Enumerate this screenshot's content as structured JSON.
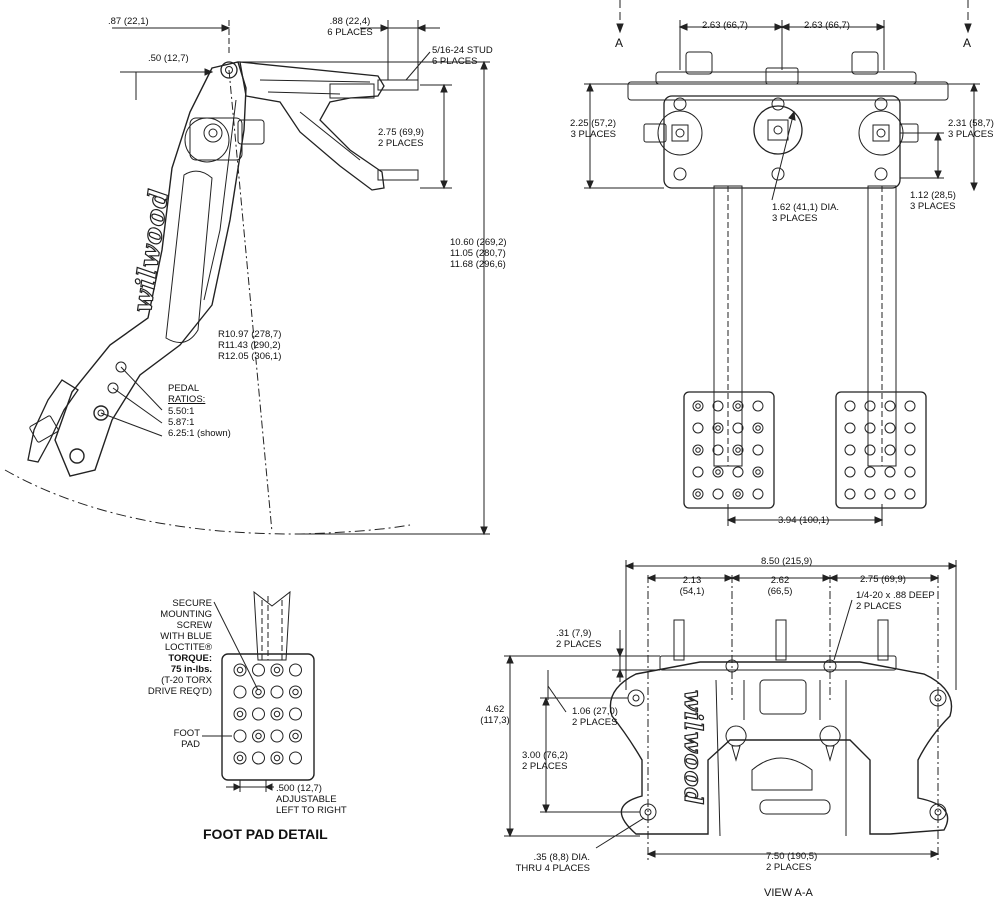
{
  "side_view": {
    "dim_087": ".87 (22,1)",
    "dim_050": ".50 (12,7)",
    "dim_088": [
      ".88 (22,4)",
      "6 PLACES"
    ],
    "stud": [
      "5/16-24 STUD",
      "6 PLACES"
    ],
    "dim_275": [
      "2.75 (69,9)",
      "2 PLACES"
    ],
    "height": [
      "10.60 (269,2)",
      "11.05 (280,7)",
      "11.68 (296,6)"
    ],
    "radius": [
      "R10.97 (278,7)",
      "R11.43 (290,2)",
      "R12.05 (306,1)"
    ],
    "ratios_title": [
      "PEDAL",
      "RATIOS:"
    ],
    "ratios": [
      "5.50:1",
      "5.87:1",
      "6.25:1 (shown)"
    ],
    "brand": "wilwood"
  },
  "front_view": {
    "top_dims": [
      "2.63 (66,7)",
      "2.63 (66,7)"
    ],
    "section_marks": [
      "A",
      "A"
    ],
    "dim_225": [
      "2.25 (57,2)",
      "3 PLACES"
    ],
    "dim_231": [
      "2.31 (58,7)",
      "3 PLACES"
    ],
    "dim_112": [
      "1.12 (28,5)",
      "3 PLACES"
    ],
    "dia_162": [
      "1.62 (41,1) DIA.",
      "3 PLACES"
    ],
    "dim_394": "3.94 (100,1)"
  },
  "foot_pad": {
    "note": [
      "SECURE",
      "MOUNTING",
      "SCREW",
      "WITH BLUE",
      "LOCTITE®",
      "TORQUE:",
      "75 in-lbs.",
      "(T-20 TORX",
      "DRIVE REQ'D)"
    ],
    "pad_label": [
      "FOOT",
      "PAD"
    ],
    "adjust": [
      ".500 (12,7)",
      "ADJUSTABLE",
      "LEFT TO RIGHT"
    ],
    "title": "FOOT PAD DETAIL"
  },
  "view_aa": {
    "overall": "8.50 (215,9)",
    "dim_213": [
      "2.13",
      "(54,1)"
    ],
    "dim_262": [
      "2.62",
      "(66,5)"
    ],
    "dim_275": "2.75 (69,9)",
    "tap": [
      "1/4-20 x .88 DEEP",
      "2 PLACES"
    ],
    "dim_031": [
      ".31 (7,9)",
      "2 PLACES"
    ],
    "dim_462": [
      "4.62",
      "(117,3)"
    ],
    "dim_106": [
      "1.06 (27,0)",
      "2 PLACES"
    ],
    "dim_300": [
      "3.00 (76,2)",
      "2 PLACES"
    ],
    "hole": [
      ".35 (8,8) DIA.",
      "THRU 4 PLACES"
    ],
    "dim_750": [
      "7.50 (190,5)",
      "2 PLACES"
    ],
    "brand": "wilwood",
    "title": "VIEW A-A"
  }
}
